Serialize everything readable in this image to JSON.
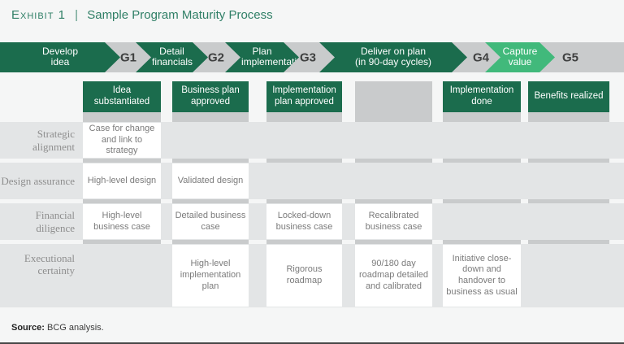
{
  "title": {
    "exhibit": "Exhibit 1",
    "separator": "|",
    "text": "Sample Program Maturity Process"
  },
  "process_band": {
    "stages": [
      {
        "name": "develop-idea",
        "lines": [
          "Develop",
          "idea"
        ],
        "shade": "dark"
      },
      {
        "name": "detail-financials",
        "lines": [
          "Detail",
          "financials"
        ],
        "shade": "dark"
      },
      {
        "name": "plan-implementation",
        "lines": [
          "Plan",
          "implementation"
        ],
        "shade": "dark"
      },
      {
        "name": "deliver-on-plan",
        "lines": [
          "Deliver on plan",
          "(in 90-day cycles)"
        ],
        "shade": "dark"
      },
      {
        "name": "capture-value",
        "lines": [
          "Capture",
          "value"
        ],
        "shade": "light"
      }
    ],
    "gates": [
      {
        "label": "G1"
      },
      {
        "label": "G2"
      },
      {
        "label": "G3"
      },
      {
        "label": "G4"
      },
      {
        "label": "G5"
      }
    ]
  },
  "milestones": [
    {
      "col": 0,
      "label": "Idea substantiated"
    },
    {
      "col": 1,
      "label": "Business plan approved"
    },
    {
      "col": 2,
      "label": "Implementation plan approved"
    },
    {
      "col": 4,
      "label": "Implementation done"
    },
    {
      "col": 5,
      "label": "Benefits realized"
    }
  ],
  "matrix": {
    "rows": [
      {
        "label": "Strategic alignment",
        "cells": [
          {
            "col": 0,
            "text": "Case for change and link to strategy"
          }
        ]
      },
      {
        "label": "Design assurance",
        "cells": [
          {
            "col": 0,
            "text": "High-level design"
          },
          {
            "col": 1,
            "text": "Validated design"
          }
        ]
      },
      {
        "label": "Financial diligence",
        "cells": [
          {
            "col": 0,
            "text": "High-level business case"
          },
          {
            "col": 1,
            "text": "Detailed business case"
          },
          {
            "col": 2,
            "text": "Locked-down business case"
          },
          {
            "col": 3,
            "text": "Recalibrated business case"
          }
        ]
      },
      {
        "label": "Executional certainty",
        "cells": [
          {
            "col": 1,
            "text": "High-level implementation plan"
          },
          {
            "col": 2,
            "text": "Rigorous roadmap"
          },
          {
            "col": 3,
            "text": "90/180 day roadmap detailed and calibrated"
          },
          {
            "col": 4,
            "text": "Initiative close-down and handover to business as usual"
          }
        ]
      }
    ]
  },
  "source": {
    "label": "Source:",
    "text": "BCG analysis."
  },
  "colors": {
    "dark_green": "#1B6C4D",
    "light_green": "#41B97B",
    "band_gray": "#C9CBCC",
    "row_gray": "#E3E5E6",
    "title_green": "#2F7F66",
    "gate_text": "#3F4040",
    "row_label_text": "#8E8E8E",
    "cell_text": "#7B7B7B",
    "page_bg": "#F5F6F6",
    "source_text": "#3B3B3B",
    "footer_line": "#474747"
  }
}
